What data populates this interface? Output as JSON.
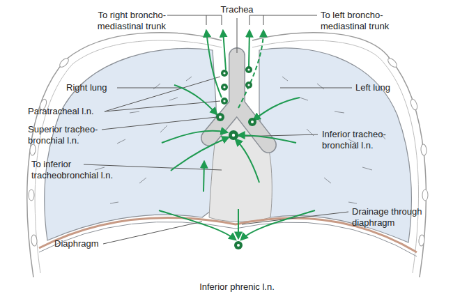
{
  "diagram": {
    "labels": [
      "Trachea",
      "To right broncho-mediastinal trunk",
      "To left broncho-mediastinal trunk",
      "Right lung",
      "Left lung",
      "Paratracheal l.n.",
      "Superior tracheo-bronchial l.n.",
      "Inferior tracheo-bronchial l.n.",
      "To inferior tracheobronchial l.n.",
      "Drainage through diaphragm",
      "Diaphragm",
      "Inferior phrenic l.n."
    ]
  }
}
